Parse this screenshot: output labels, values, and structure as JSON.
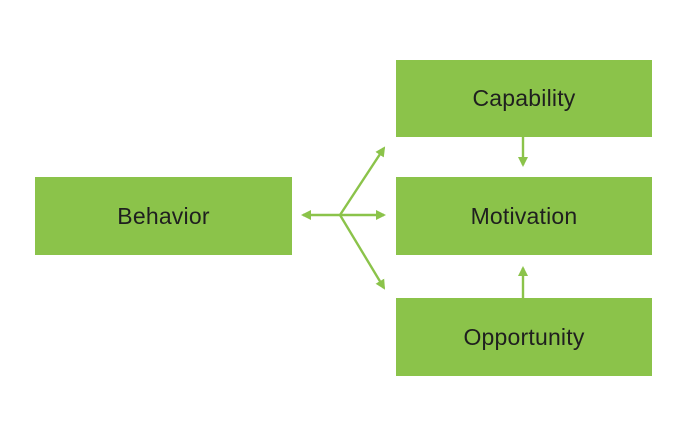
{
  "colors": {
    "box_fill": "#8bc34a",
    "arrow": "#8bc34a",
    "text": "#1f1f1f",
    "background": "#ffffff"
  },
  "nodes": {
    "behavior": "Behavior",
    "capability": "Capability",
    "motivation": "Motivation",
    "opportunity": "Opportunity"
  },
  "edges": [
    {
      "from": "behavior",
      "to": "capability",
      "bidirectional": true
    },
    {
      "from": "behavior",
      "to": "motivation",
      "bidirectional": true
    },
    {
      "from": "behavior",
      "to": "opportunity",
      "bidirectional": true
    },
    {
      "from": "capability",
      "to": "motivation"
    },
    {
      "from": "opportunity",
      "to": "motivation"
    }
  ]
}
